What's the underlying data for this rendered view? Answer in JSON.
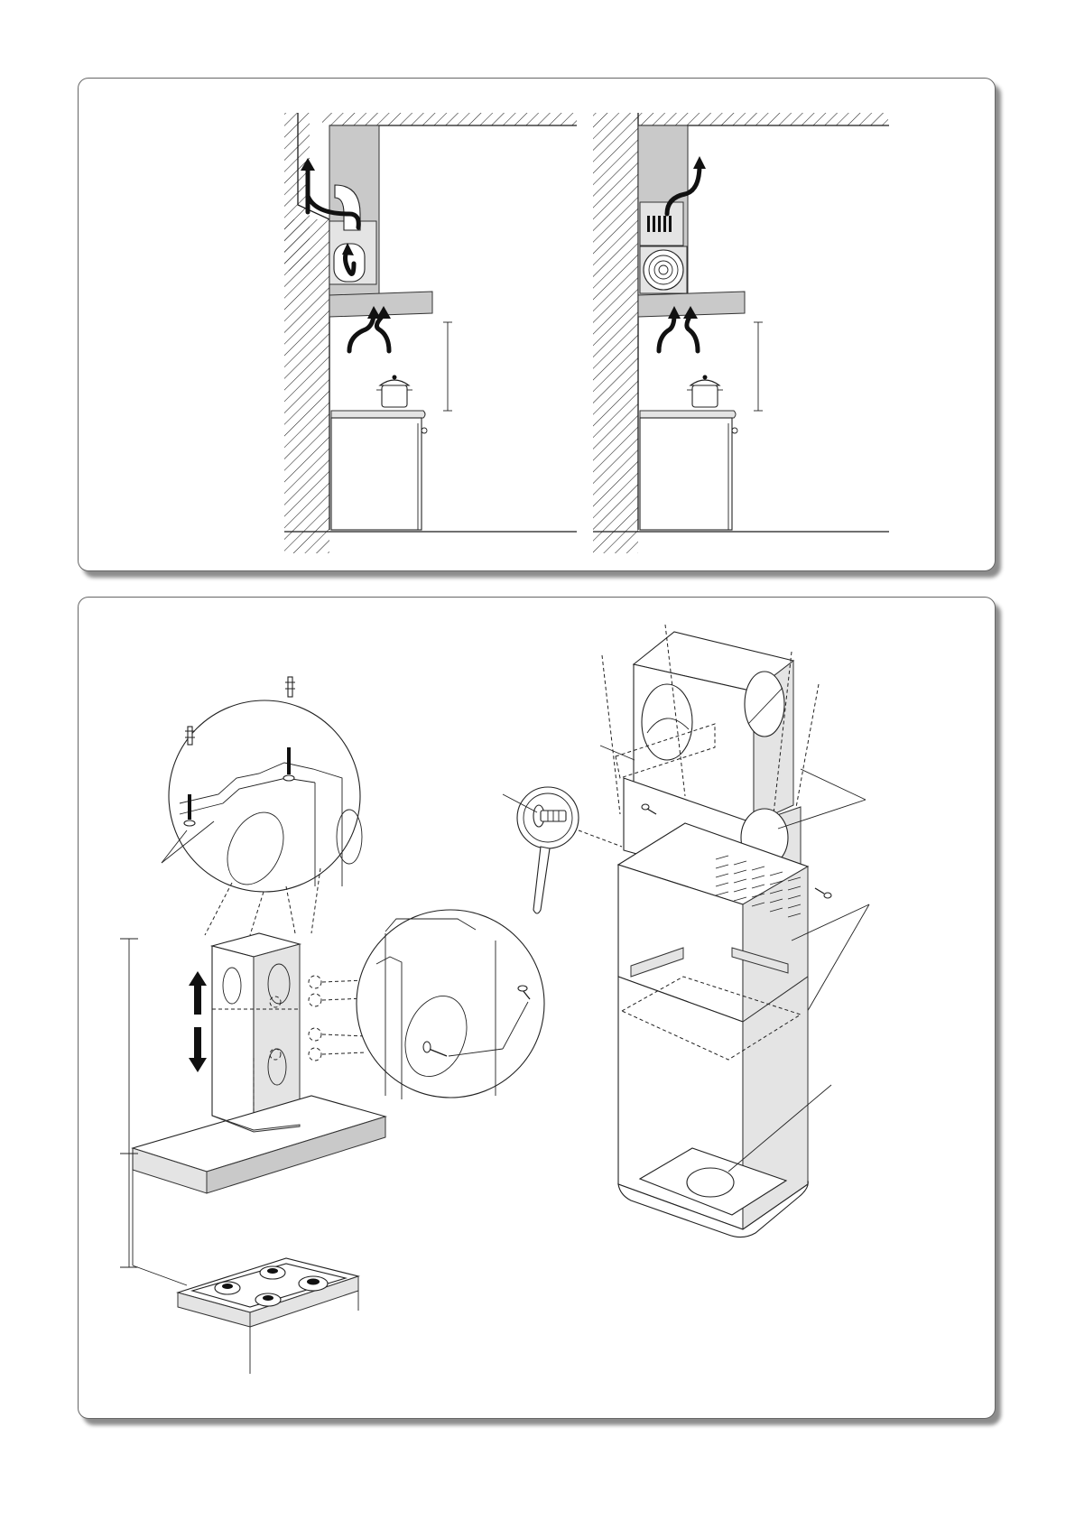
{
  "figure": {
    "panels": [
      {
        "id": "airflow-modes",
        "views": [
          "ducted-exhaust-view",
          "recirculation-view"
        ]
      },
      {
        "id": "installation",
        "views": [
          "chimney-mounting-view",
          "filter-assembly-view"
        ]
      }
    ],
    "colors": {
      "outline": "#1a1a1a",
      "hood-fill": "#c9c9c9",
      "light-fill": "#e4e4e4",
      "panel-border": "#666666",
      "background": "#ffffff"
    },
    "icons": [
      "wall-hatch-icon",
      "airflow-arrow-icon",
      "pot-icon",
      "screw-icon",
      "screwdriver-icon",
      "wall-plug-icon",
      "gas-burner-icon",
      "slide-arrow-icon"
    ]
  }
}
